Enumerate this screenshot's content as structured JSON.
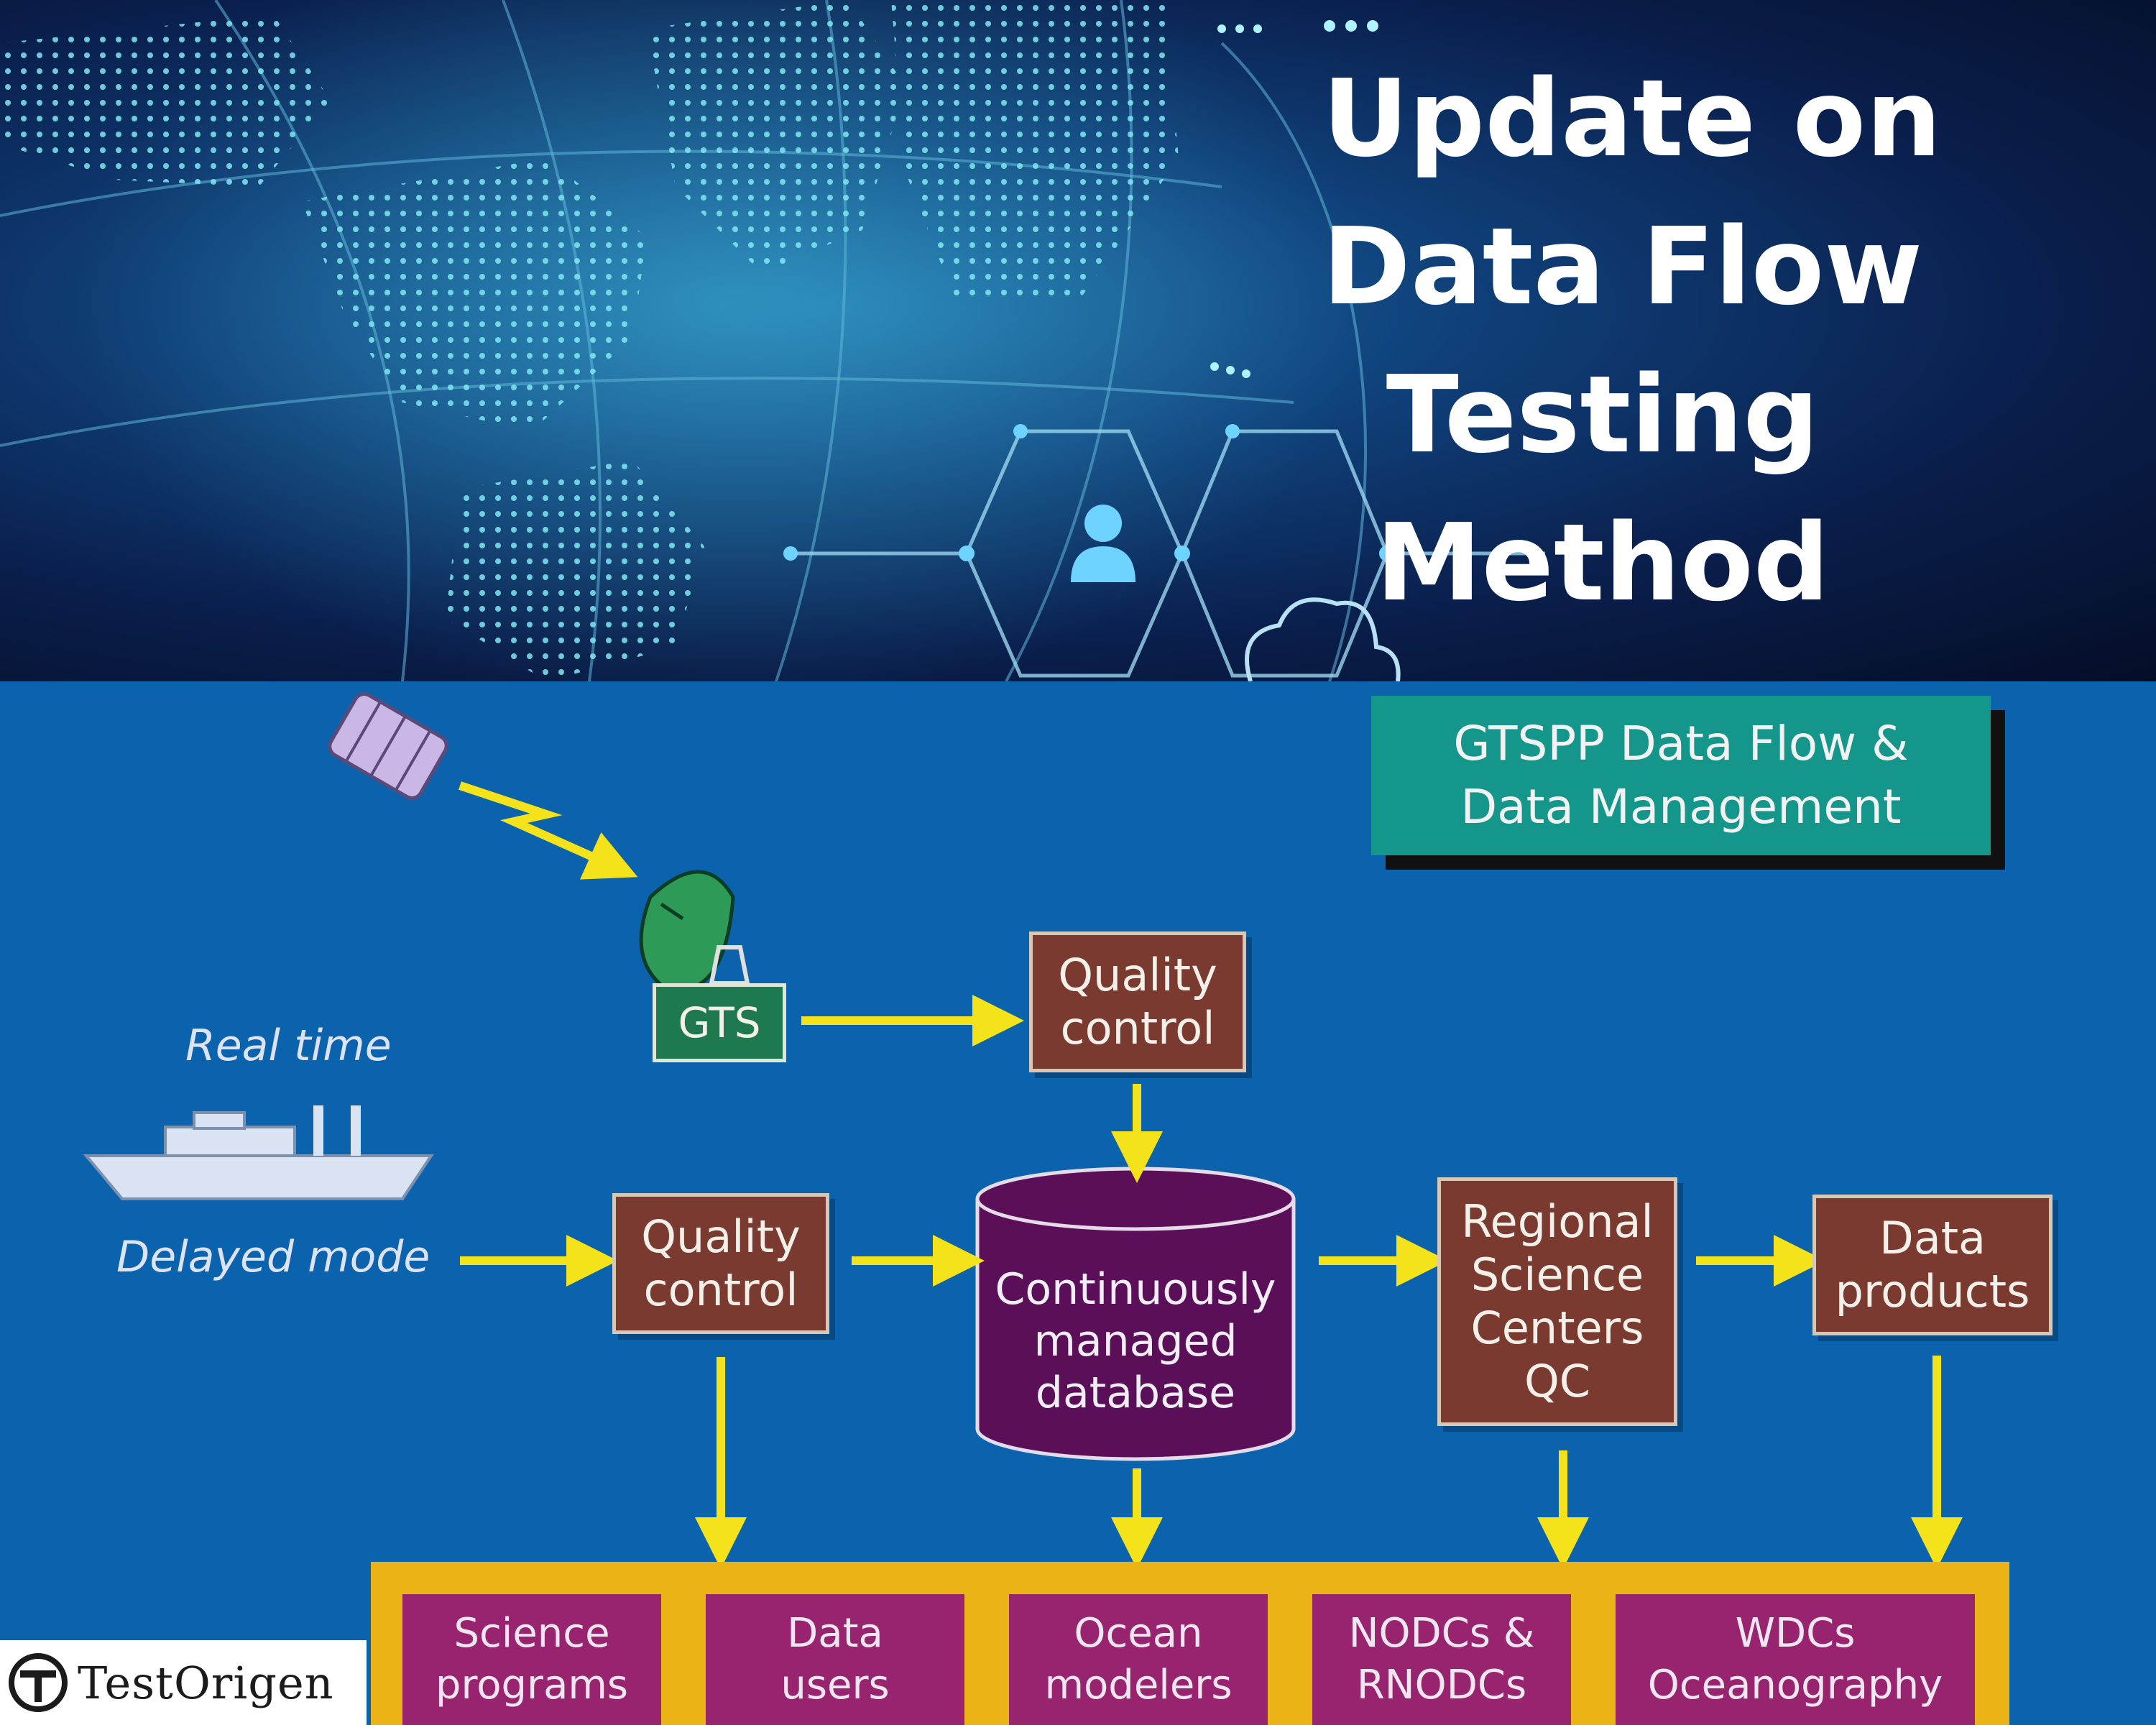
{
  "banner": {
    "title_lines": [
      "Update on",
      "Data Flow",
      "Testing",
      "Method"
    ]
  },
  "diagram": {
    "title_lines": [
      "GTSPP Data Flow &",
      "Data Management"
    ],
    "gts_label": "GTS",
    "real_time_label": "Real time",
    "delayed_mode_label": "Delayed mode",
    "qc_top_lines": [
      "Quality",
      "control"
    ],
    "qc_left_lines": [
      "Quality",
      "control"
    ],
    "database_lines": [
      "Continuously",
      "managed",
      "database"
    ],
    "regional_lines": [
      "Regional",
      "Science",
      "Centers",
      "QC"
    ],
    "products_lines": [
      "Data",
      "products"
    ],
    "destinations": [
      {
        "lines": [
          "Science",
          "programs"
        ]
      },
      {
        "lines": [
          "Data",
          "users"
        ]
      },
      {
        "lines": [
          "Ocean",
          "modelers"
        ]
      },
      {
        "lines": [
          "NODCs &",
          "RNODCs"
        ]
      },
      {
        "lines": [
          "WDCs",
          "Oceanography"
        ]
      }
    ],
    "colors": {
      "background": "#0b62ad",
      "arrow": "#f4e21b",
      "qc_box": "#7a3a30",
      "gts_box": "#1e7a4e",
      "title_box": "#15968a",
      "database": "#5b0f58",
      "destination_box": "#98246f",
      "destination_bar": "#ebb315"
    }
  },
  "logo": {
    "text": "TestOrigen",
    "icon": "t-circle-logo-icon"
  }
}
